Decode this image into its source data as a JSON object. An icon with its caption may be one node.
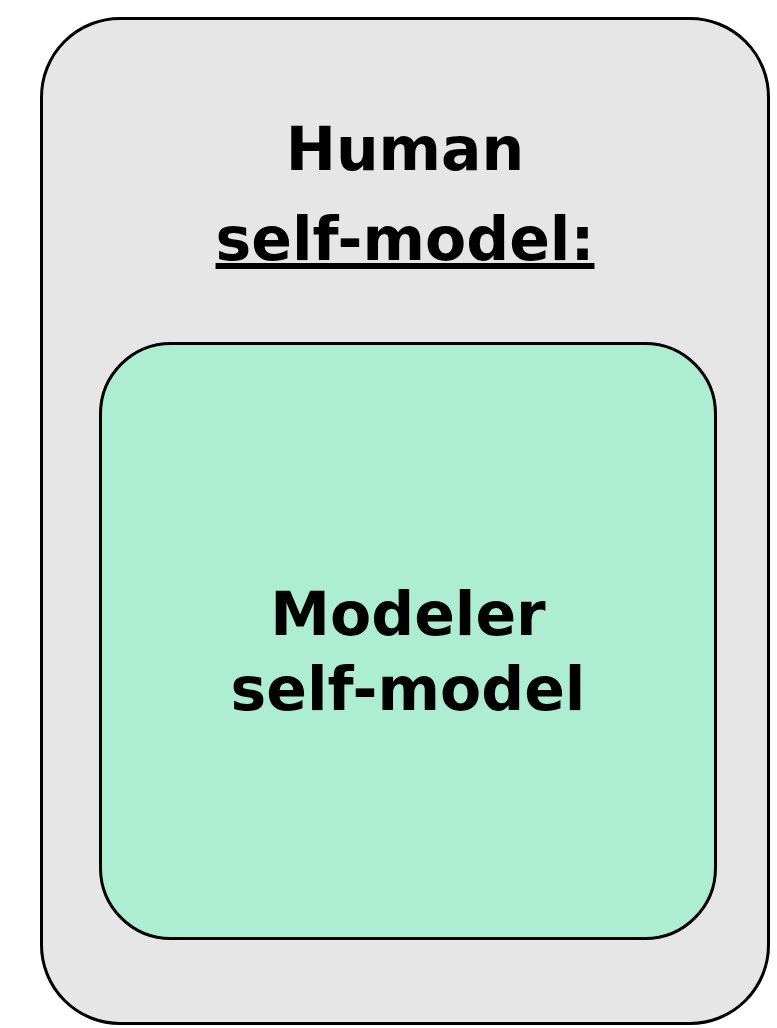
{
  "diagram": {
    "nodes": [
      {
        "text": [
          "Human",
          "self-model:"
        ]
      },
      {
        "text": [
          "Modeler self-model"
        ],
        "in": 0
      }
    ]
  }
}
